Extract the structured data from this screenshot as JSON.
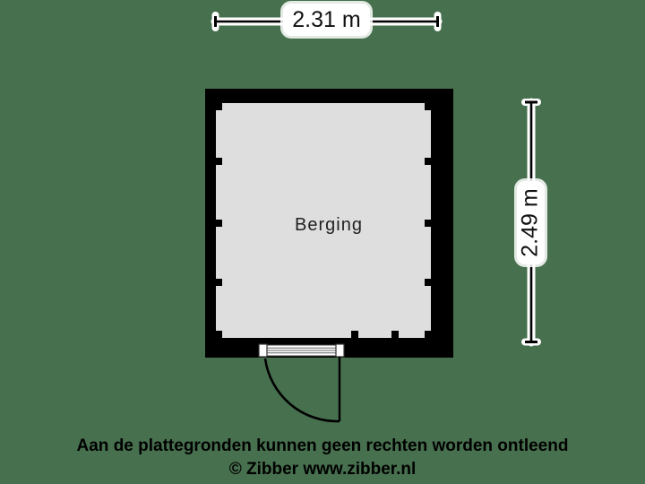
{
  "page": {
    "background_color": "#47704e"
  },
  "floorplan": {
    "room": {
      "label": "Berging",
      "floor_color": "#dedede",
      "wall_color": "#000000"
    },
    "dimensions": {
      "width": {
        "label": "2.31 m"
      },
      "height": {
        "label": "2.49 m"
      }
    },
    "door": {
      "type": "swing-door"
    }
  },
  "footer": {
    "disclaimer": "Aan de plattegronden kunnen geen rechten worden ontleend",
    "copyright": "© Zibber www.zibber.nl"
  }
}
